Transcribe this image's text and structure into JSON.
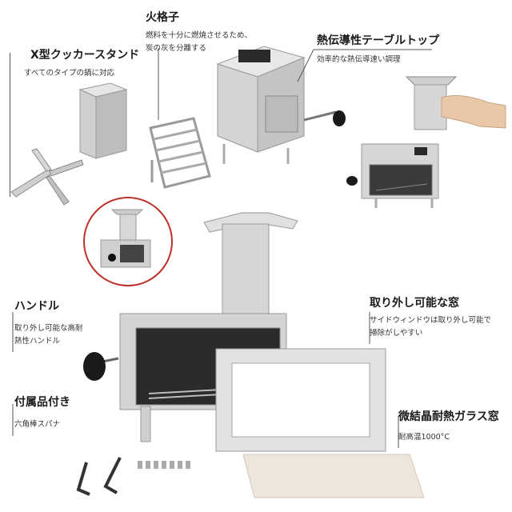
{
  "features": {
    "x_stand": {
      "title": "X型クッカースタンド",
      "desc": "すべてのタイプの鍋に対応"
    },
    "grate": {
      "title": "火格子",
      "desc_line1": "燃料を十分に燃焼させるため、",
      "desc_line2": "炭の灰を分離する"
    },
    "top": {
      "title": "熱伝導性テーブルトップ",
      "desc": "効率的な熱伝導速い調理"
    },
    "handle": {
      "title": "ハンドル",
      "desc_line1": "取り外し可能な高耐",
      "desc_line2": "熱性ハンドル"
    },
    "accessory": {
      "title": "付属品付き",
      "desc": "六角棒スパナ"
    },
    "window": {
      "title": "取り外し可能な窓",
      "desc_line1": "サイドウィンドウは取り外し可能で",
      "desc_line2": "掃除がしやすい"
    },
    "glass": {
      "title": "微結晶耐熱ガラス窓",
      "desc": "耐高温1000°C"
    }
  },
  "colors": {
    "steel": "#d9d9d9",
    "steel_dark": "#a8a8a8",
    "glass": "#ece6dc",
    "accent_red": "#c0302a",
    "window_dark": "#2b2b2b"
  }
}
